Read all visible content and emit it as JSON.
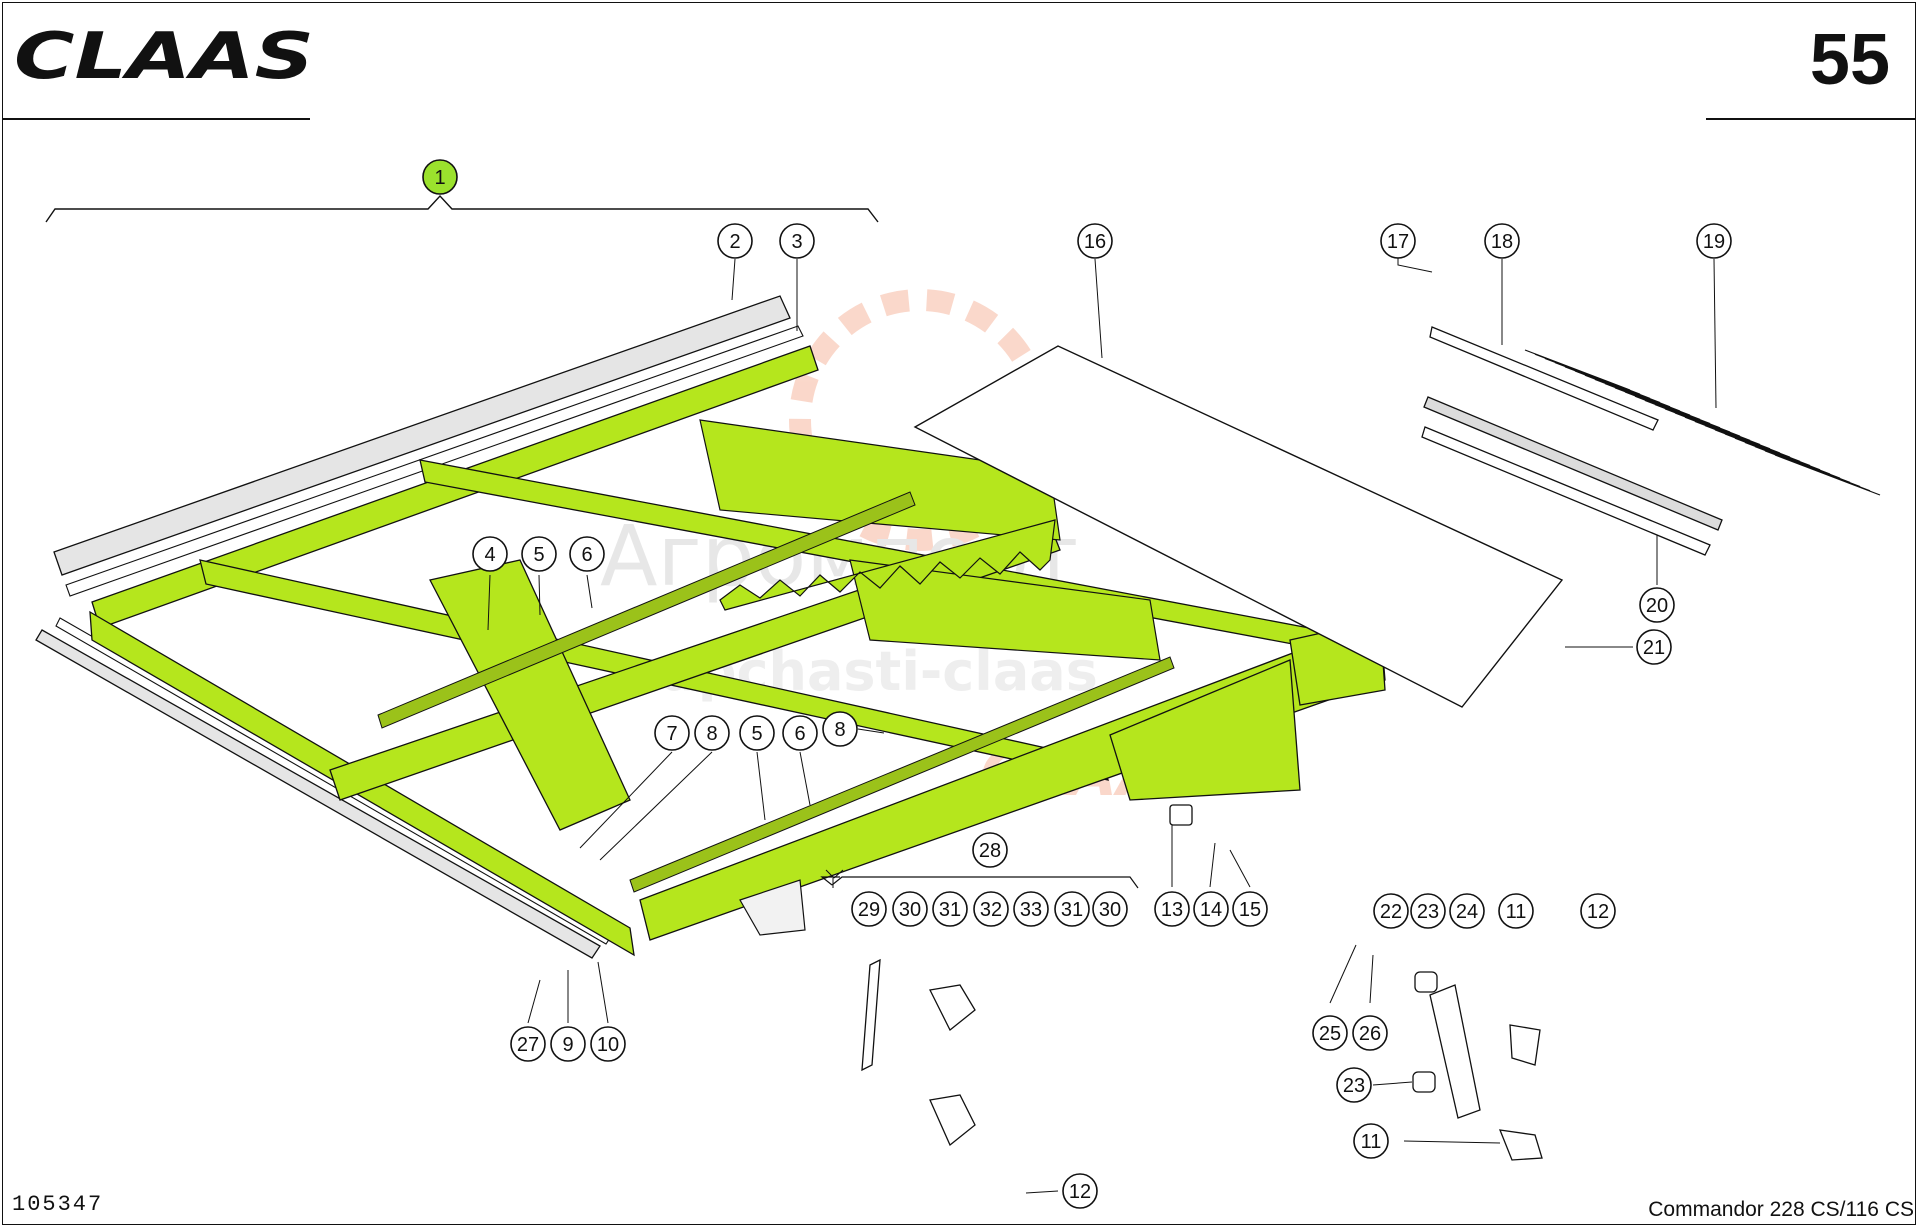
{
  "header": {
    "brand": "CLAAS",
    "page_number": "55"
  },
  "footer": {
    "doc_id": "105347",
    "model": "Commandor  228 CS/116 CS"
  },
  "watermark": {
    "line1": "Агромпорт",
    "line2": "zapchasti-claas",
    "logo": "CLAAS"
  },
  "colors": {
    "part_green": "#b5e61d",
    "highlight_green": "#9be22d",
    "ink": "#111111",
    "watermark": "#f2906b"
  },
  "callouts": [
    {
      "label": "1"
    },
    {
      "label": "2"
    },
    {
      "label": "3"
    },
    {
      "label": "4"
    },
    {
      "label": "5"
    },
    {
      "label": "6"
    },
    {
      "label": "7"
    },
    {
      "label": "8"
    },
    {
      "label": "5"
    },
    {
      "label": "6"
    },
    {
      "label": "8"
    },
    {
      "label": "16"
    },
    {
      "label": "17"
    },
    {
      "label": "18"
    },
    {
      "label": "19"
    },
    {
      "label": "20"
    },
    {
      "label": "21"
    },
    {
      "label": "28"
    },
    {
      "label": "29"
    },
    {
      "label": "30"
    },
    {
      "label": "31"
    },
    {
      "label": "32"
    },
    {
      "label": "33"
    },
    {
      "label": "31"
    },
    {
      "label": "30"
    },
    {
      "label": "13"
    },
    {
      "label": "14"
    },
    {
      "label": "15"
    },
    {
      "label": "22"
    },
    {
      "label": "23"
    },
    {
      "label": "24"
    },
    {
      "label": "11"
    },
    {
      "label": "12"
    },
    {
      "label": "25"
    },
    {
      "label": "26"
    },
    {
      "label": "23"
    },
    {
      "label": "11"
    },
    {
      "label": "27"
    },
    {
      "label": "9"
    },
    {
      "label": "10"
    },
    {
      "label": "12"
    }
  ]
}
